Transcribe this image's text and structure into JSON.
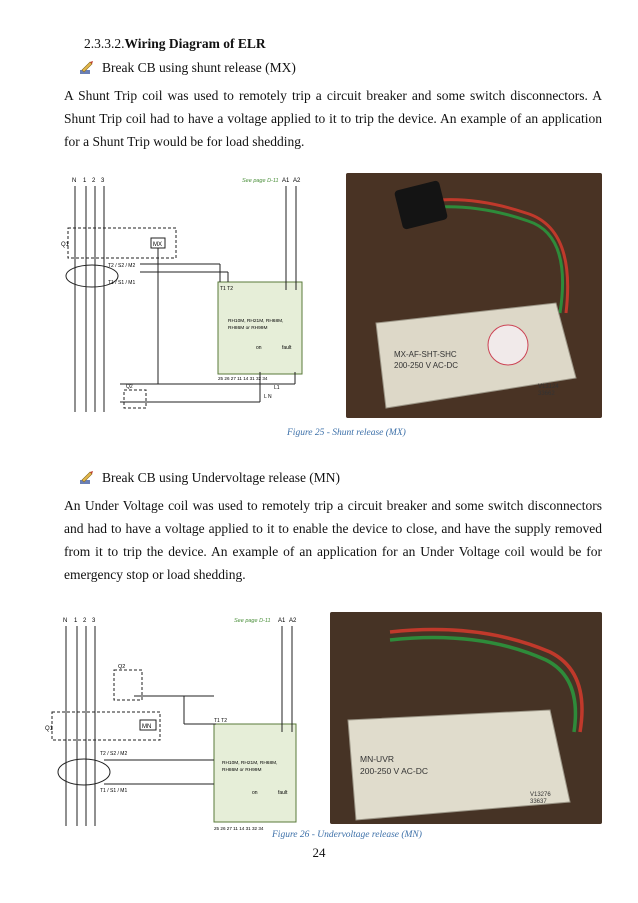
{
  "section": {
    "number": "2.3.3.2.",
    "title": "Wiring Diagram of ELR"
  },
  "bullet1": {
    "text": "Break CB using shunt release (MX)"
  },
  "para1": "A Shunt Trip coil was used to remotely trip a circuit breaker and some switch disconnectors. A Shunt Trip coil had to have a voltage applied to it to trip the device. An example of an application for a Shunt Trip would be for load shedding.",
  "fig1": {
    "see_ref": "See page D-11",
    "caption": "Figure 25 - Shunt release (MX)",
    "phase_labels": [
      "N",
      "1",
      "2",
      "3"
    ],
    "a_labels": [
      "A1",
      "A2"
    ],
    "q1": "Q1",
    "q2": "Q2",
    "coil": "MX",
    "t2": "T2 / S2 / M2",
    "t1": "T1 / S1 / M1",
    "relay_t": "T1  T2",
    "relay_models": [
      "RH10M, RH21M, RH68M,",
      "RH86M or RH99M"
    ],
    "on": "on",
    "fault": "fault",
    "terminals": "25 26 27  11 14  31 32 34",
    "l1": "L1",
    "lan": "L  N",
    "device_label": [
      "MX-AF-SHT-SHC",
      "200-250 V AC-DC"
    ],
    "device_code": [
      "V13124",
      "33662"
    ]
  },
  "bullet2": {
    "text": "Break CB using Undervoltage release (MN)"
  },
  "para2": "An Under Voltage coil was used to remotely trip a circuit breaker and some switch disconnectors and had to have a voltage applied to it to enable the device to close, and have the supply removed from it to trip the device. An example of an application for an Under Voltage coil would be for emergency stop or load shedding.",
  "fig2": {
    "see_ref": "See page D-11",
    "caption": "Figure 26 - Undervoltage release (MN)",
    "phase_labels": [
      "N",
      "1",
      "2",
      "3"
    ],
    "a_labels": [
      "A1",
      "A2"
    ],
    "q1": "Q1",
    "q2": "Q2",
    "coil": "MN",
    "t2": "T2 / S2 / M2",
    "t1": "T1 / S1 / M1",
    "relay_t": "T1  T2",
    "relay_models": [
      "RH10M, RH21M, RH68M,",
      "RH86M or RH99M"
    ],
    "on": "on",
    "fault": "fault",
    "terminals": "25 26 27  11 14  31 32 34",
    "device_label": [
      "MN-UVR",
      "200-250 V AC-DC"
    ],
    "device_code": [
      "V13276",
      "33637"
    ]
  },
  "page_number": "24"
}
